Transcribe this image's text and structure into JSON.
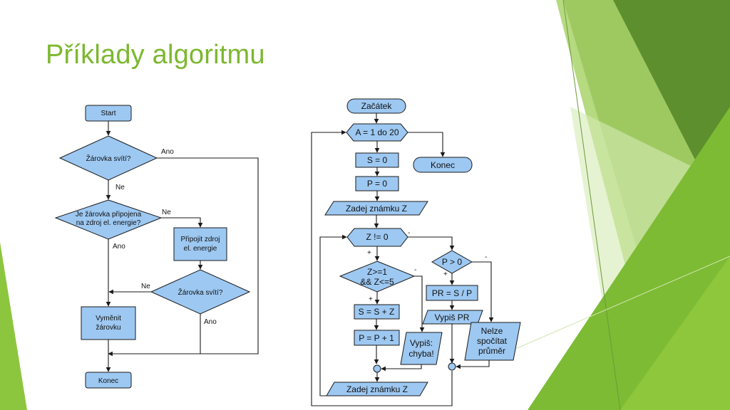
{
  "slide": {
    "title": "Příklady algoritmu"
  },
  "flow1": {
    "start": "Start",
    "d1": "Žárovka svítí?",
    "d1_yes": "Ano",
    "d1_no": "Ne",
    "d2_line1": "Je žárovka připojena",
    "d2_line2": "na zdroj el. energie?",
    "d2_no": "Ne",
    "d2_yes": "Ano",
    "p1_line1": "Připojit zdroj",
    "p1_line2": "el. energie",
    "d3": "Žárovka svítí?",
    "d3_no": "Ne",
    "d3_yes": "Ano",
    "p2_line1": "Vyměnit",
    "p2_line2": "žárovku",
    "end": "Konec"
  },
  "flow2": {
    "start": "Začátek",
    "loop": "A = 1 do 20",
    "s0": "S = 0",
    "end": "Konec",
    "p0": "P = 0",
    "input1": "Zadej známku Z",
    "loop2": "Z != 0",
    "loop2_minus": "-",
    "loop2_plus": "+",
    "dP": "P > 0",
    "dP_minus": "-",
    "dP_plus": "+",
    "dZ_line1": "Z>=1",
    "dZ_line2": "&& Z<=5",
    "dZ_minus": "-",
    "dZ_plus": "+",
    "ss": "S = S + Z",
    "pp": "P = P + 1",
    "err_line1": "Vypiš:",
    "err_line2": "chyba!",
    "pr": "PR = S / P",
    "outPR": "Vypiš PR",
    "nan_line1": "Nelze",
    "nan_line2": "spočítat",
    "nan_line3": "průměr",
    "input2": "Zadej známku Z"
  }
}
